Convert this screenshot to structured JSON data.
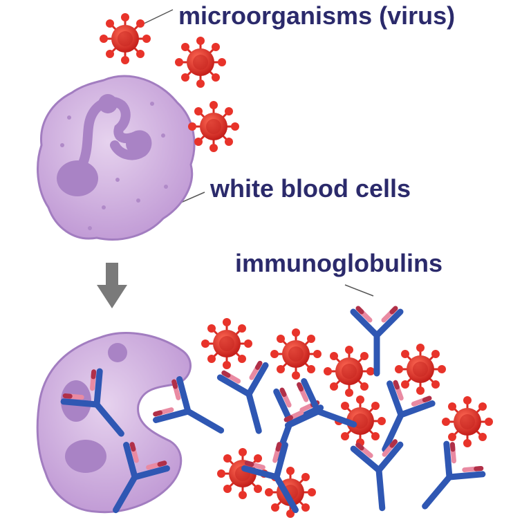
{
  "labels": {
    "microorganisms": "microorganisms (virus)",
    "white_blood_cells": "white blood cells",
    "immunoglobulins": "immunoglobulins"
  },
  "colors": {
    "label_text": "#2b2a6b",
    "leader_line": "#555555",
    "cell_fill": "#c9a6d8",
    "cell_outline": "#a27dc0",
    "cell_nucleus": "#a983c5",
    "virus_fill": "#e8332a",
    "virus_core": "#b71c1c",
    "antibody_blue": "#2f57b3",
    "antibody_pink": "#e98aa2",
    "arrow": "#7a7a7a"
  },
  "icons": {
    "virus": "virus-icon",
    "cell": "white-blood-cell-icon",
    "antibody": "antibody-icon",
    "arrow": "down-arrow-icon"
  }
}
